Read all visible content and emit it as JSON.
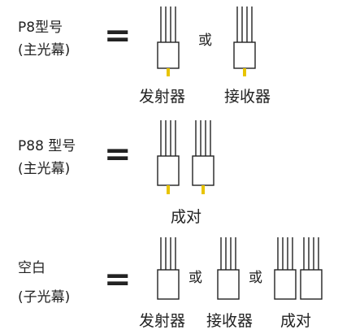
{
  "colors": {
    "line": "#222222",
    "lead": "#e8c400",
    "background": "#ffffff"
  },
  "equals_symbol": "=",
  "rows": [
    {
      "label_line1": "P8型号",
      "label_line2": "(主光幕)",
      "connector": "或",
      "caption_left": "发射器",
      "caption_right": "接收器"
    },
    {
      "label_line1": "P88 型号",
      "label_line2": "(主光幕)",
      "caption_center": "成对"
    },
    {
      "label_line1": "空白",
      "label_line2": "(子光幕)",
      "connector_1": "或",
      "connector_2": "或",
      "caption_left": "发射器",
      "caption_middle": "接收器",
      "caption_right": "成对"
    }
  ]
}
